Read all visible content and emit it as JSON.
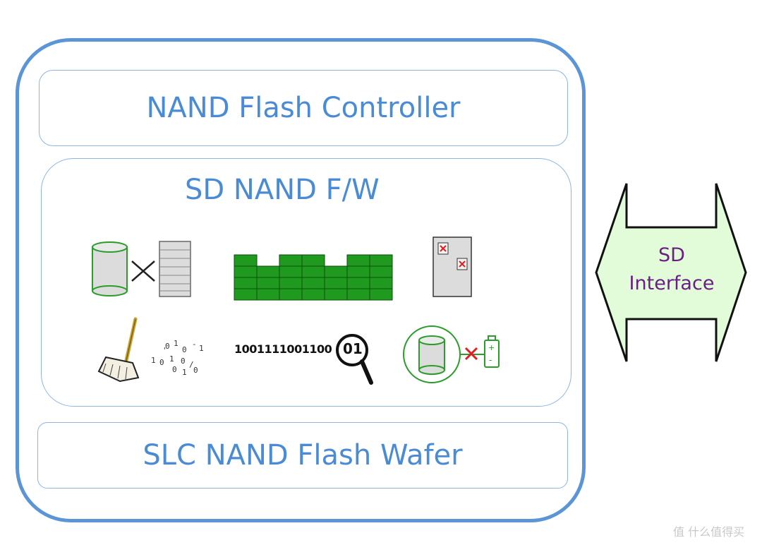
{
  "diagram": {
    "controller_label": "NAND Flash Controller",
    "firmware_label": "SD NAND F/W",
    "wafer_label": "SLC NAND Flash Wafer",
    "interface_label_line1": "SD",
    "interface_label_line2": "Interface",
    "bitstream_text": "1001111001100",
    "magnified_bits": "01"
  },
  "icons": [
    "database-mapping-icon",
    "wear-leveling-blocks-icon",
    "bad-block-card-icon",
    "garbage-collection-broom-icon",
    "data-scan-magnifier-icon",
    "power-loss-protection-icon"
  ],
  "watermark": "值 什么值得买",
  "colors": {
    "outline_blue": "#5b95d6",
    "text_blue": "#4a8bd6",
    "arrow_fill": "#e2fbd9",
    "arrow_text": "#6a1f85",
    "block_green": "#1f9a1f"
  }
}
